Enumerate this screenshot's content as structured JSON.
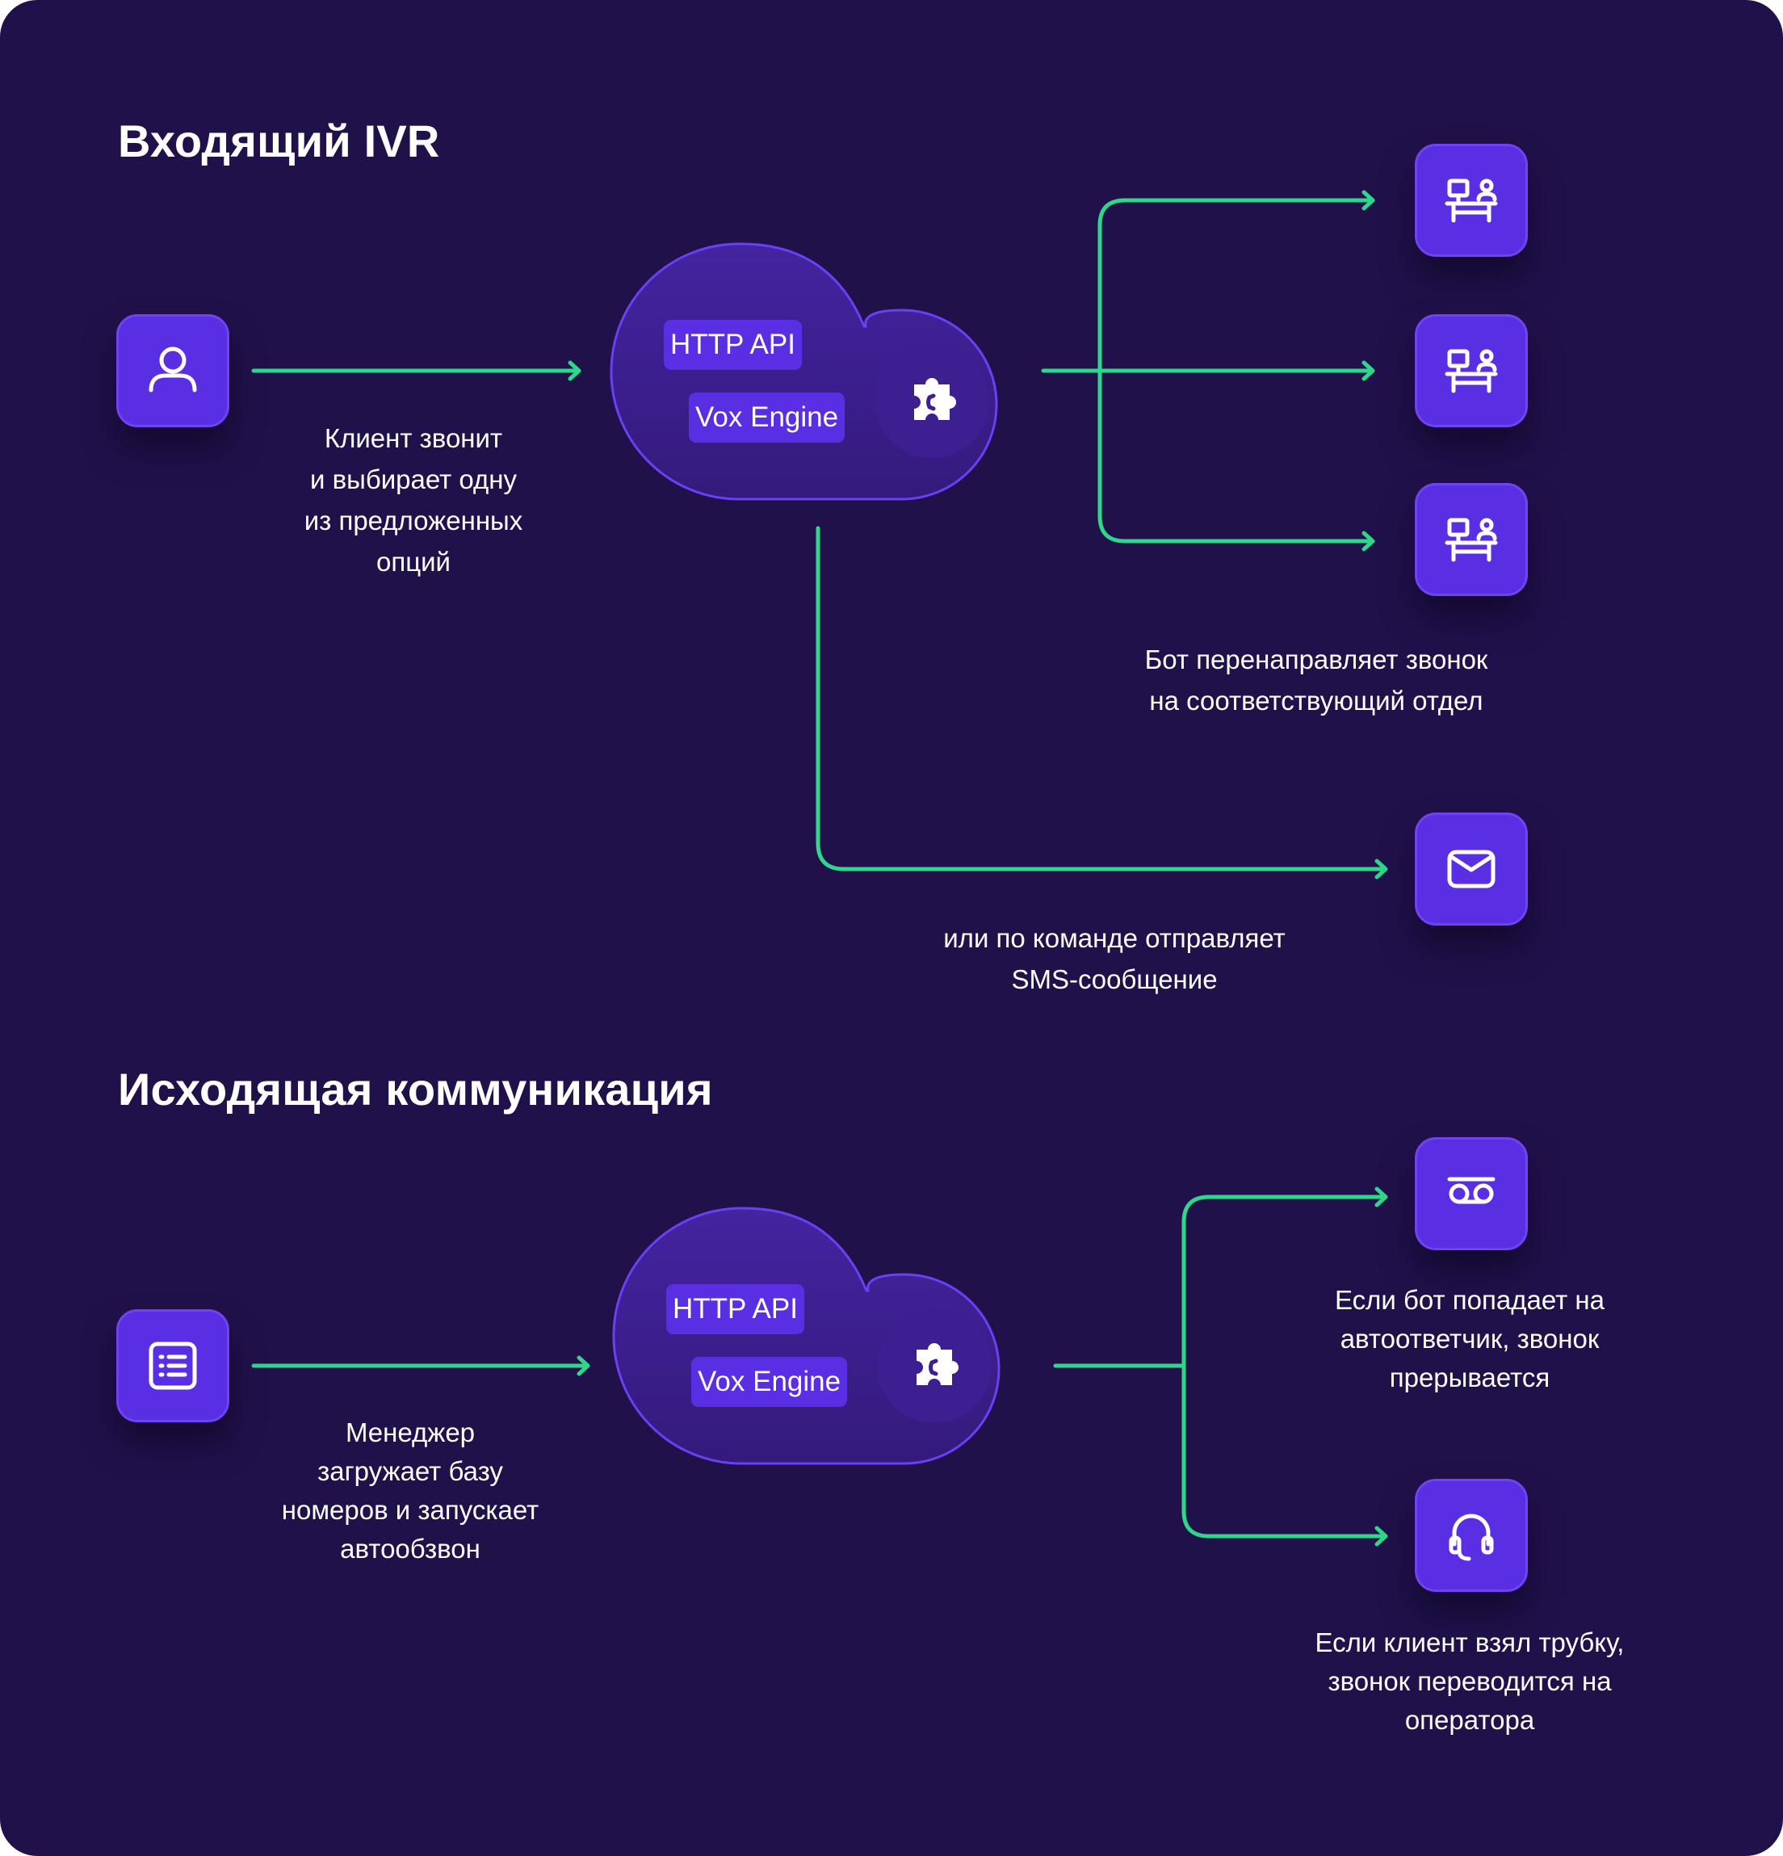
{
  "incoming": {
    "title": "Входящий IVR",
    "cloud": {
      "api_label": "HTTP API",
      "engine_label": "Vox Engine"
    },
    "client_caption": "Клиент звонит\nи выбирает одну\nиз предложенных\nопций",
    "route_caption": "Бот перенаправляет звонок\nна соответствующий отдел",
    "sms_caption": "или по команде отправляет\nSMS-сообщение",
    "icons": [
      "user-icon",
      "operator-desk-icon",
      "operator-desk-icon",
      "operator-desk-icon",
      "envelope-icon",
      "plugin-icon"
    ]
  },
  "outgoing": {
    "title": "Исходящая коммуникация",
    "cloud": {
      "api_label": "HTTP API",
      "engine_label": "Vox Engine"
    },
    "manager_caption": "Менеджер\nзагружает базу\nномеров и запускает\nавтообзвон",
    "voicemail_caption": "Если бот попадает на\nавтоответчик, звонок\nпрерывается",
    "operator_caption": "Если клиент взял трубку,\nзвонок переводится на\nоператора",
    "icons": [
      "list-icon",
      "voicemail-icon",
      "headset-icon",
      "plugin-icon"
    ]
  },
  "colors": {
    "background": "#21114b",
    "tile": "#5a2ee2",
    "cloud": "#3b1d8c",
    "arrow": "#2fd78b",
    "text": "#ffffff"
  }
}
